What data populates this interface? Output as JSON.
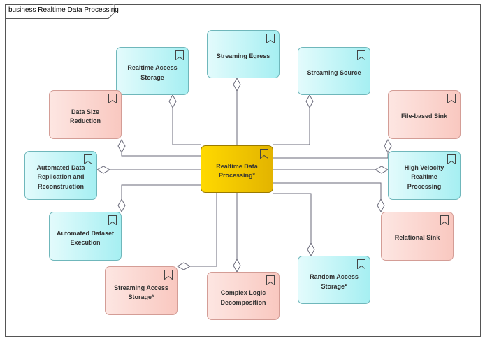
{
  "frame": {
    "title": "business Realtime Data Processing"
  },
  "center": {
    "id": "core",
    "label": "Realtime Data\nProcessing*"
  },
  "nodes": [
    {
      "id": "egress",
      "label": "Streaming Egress",
      "color": "cyan"
    },
    {
      "id": "ras",
      "label": "Realtime Access Storage",
      "color": "cyan"
    },
    {
      "id": "source",
      "label": "Streaming Source",
      "color": "cyan"
    },
    {
      "id": "reduction",
      "label": "Data Size Reduction",
      "color": "pink"
    },
    {
      "id": "filesink",
      "label": "File-based Sink",
      "color": "pink"
    },
    {
      "id": "replication",
      "label": "Automated Data\nReplication and\nReconstruction",
      "color": "cyan"
    },
    {
      "id": "highvel",
      "label": "High Velocity Realtime\nProcessing",
      "color": "cyan"
    },
    {
      "id": "autoexec",
      "label": "Automated Dataset\nExecution",
      "color": "cyan"
    },
    {
      "id": "relsink",
      "label": "Relational Sink",
      "color": "pink"
    },
    {
      "id": "streamstore",
      "label": "Streaming Access\nStorage*",
      "color": "pink"
    },
    {
      "id": "complex",
      "label": "Complex Logic\nDecomposition",
      "color": "pink"
    },
    {
      "id": "random",
      "label": "Random Access\nStorage*",
      "color": "cyan"
    }
  ],
  "relation_style": "aggregation",
  "colors": {
    "cyan_fill": "#a6eff2",
    "pink_fill": "#f9c8c0",
    "center_fill": "#ffd900",
    "line": "#6a6a7a"
  }
}
